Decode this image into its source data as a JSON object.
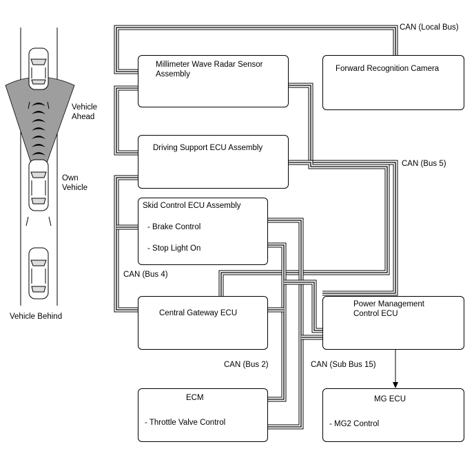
{
  "labels": {
    "can_local": "CAN (Local Bus)",
    "can_bus5": "CAN (Bus 5)",
    "can_bus4": "CAN (Bus 4)",
    "can_bus2": "CAN (Bus 2)",
    "can_subbus15": "CAN (Sub Bus 15)",
    "vehicle_ahead_1": "Vehicle",
    "vehicle_ahead_2": "Ahead",
    "own_vehicle_1": "Own",
    "own_vehicle_2": "Vehicle",
    "vehicle_behind": "Vehicle Behind"
  },
  "boxes": {
    "radar_1": "Millimeter Wave Radar Sensor",
    "radar_2": "Assembly",
    "camera": "Forward Recognition Camera",
    "dsecu": "Driving Support ECU Assembly",
    "skid_title": "Skid Control ECU Assembly",
    "skid_item1": "- Brake Control",
    "skid_item2": "- Stop Light On",
    "gateway": "Central Gateway ECU",
    "pm_1": "Power Management",
    "pm_2": "Control ECU",
    "ecm_title": "ECM",
    "ecm_item": "- Throttle Valve Control",
    "mg_title": "MG ECU",
    "mg_item": "- MG2 Control"
  }
}
